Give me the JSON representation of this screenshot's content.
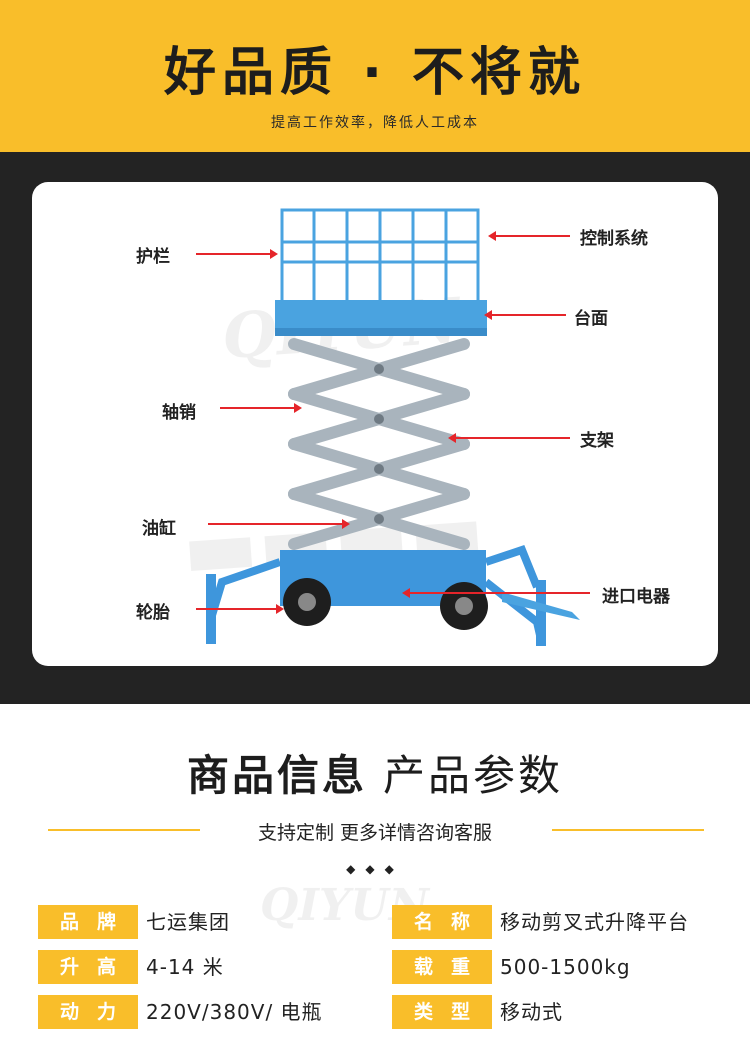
{
  "header": {
    "title": "好品质 · 不将就",
    "subtitle": "提高工作效率，降低人工成本"
  },
  "diagram": {
    "labels_left": [
      "护栏",
      "轴销",
      "油缸",
      "轮胎"
    ],
    "labels_right": [
      "控制系统",
      "台面",
      "支架",
      "进口电器"
    ],
    "machine_colors": {
      "platform": "#4aa3e0",
      "scissor": "#a9b4bd",
      "base": "#3e96dc",
      "tire": "#1e1e1e"
    }
  },
  "section": {
    "title_strong": "商品信息",
    "title_light": "产品参数",
    "subtitle": "支持定制  更多详情咨询客服",
    "diamonds": "◆◆◆"
  },
  "params": [
    {
      "key": "品牌",
      "value": "七运集团"
    },
    {
      "key": "名称",
      "value": "移动剪叉式升降平台"
    },
    {
      "key": "升高",
      "value": "4-14 米"
    },
    {
      "key": "载重",
      "value": "500-1500kg"
    },
    {
      "key": "动力",
      "value": "220V/380V/ 电瓶"
    },
    {
      "key": "类型",
      "value": "移动式"
    }
  ],
  "colors": {
    "accent": "#f9be2a",
    "dark": "#232323",
    "arrow": "#e5252a"
  }
}
